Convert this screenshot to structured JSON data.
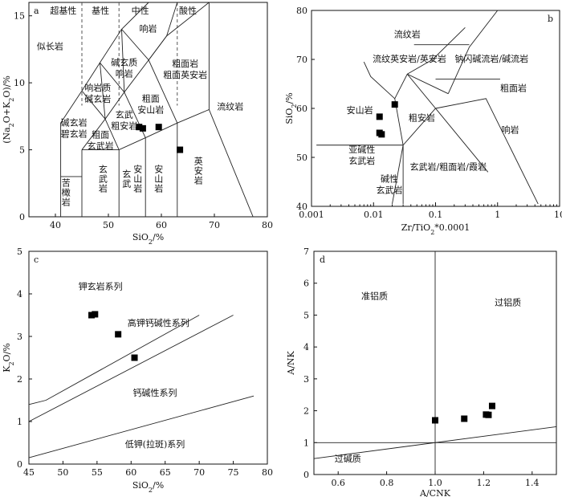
{
  "chart_data": [
    {
      "panel": "a",
      "type": "scatter",
      "xlabel": "SiO2/%",
      "ylabel": "(Na2O+K2O)/%",
      "xlim": [
        35,
        80
      ],
      "ylim": [
        0,
        16
      ],
      "x_ticks": [
        40,
        50,
        60,
        70,
        80
      ],
      "y_ticks": [
        0,
        5,
        10,
        15
      ],
      "top_labels": [
        "超基性",
        "基性",
        "中性",
        "酸性"
      ],
      "fields": [
        {
          "label": "似长岩",
          "x": 39,
          "y": 12.5
        },
        {
          "label": "响岩",
          "x": 57.5,
          "y": 13.8
        },
        {
          "label": "碱玄质响岩",
          "lines": [
            "碱玄质",
            "响岩"
          ],
          "x": 53,
          "y": 11.3
        },
        {
          "label": "粗面岩粗面英安岩",
          "lines": [
            "粗面岩",
            "粗面英安岩"
          ],
          "x": 64.5,
          "y": 11.2
        },
        {
          "label": "响岩质碱玄岩",
          "lines": [
            "响岩质",
            "碱玄岩"
          ],
          "x": 48,
          "y": 9.4
        },
        {
          "label": "粗面安山岩",
          "lines": [
            "粗面",
            "安山岩"
          ],
          "x": 58,
          "y": 8.6
        },
        {
          "label": "碱玄岩碧玄岩",
          "lines": [
            "碱玄岩",
            "碧玄岩"
          ],
          "x": 43.5,
          "y": 6.8
        },
        {
          "label": "玄武粗安岩",
          "lines": [
            "玄武",
            "粗安岩"
          ],
          "x": 53,
          "y": 7.4
        },
        {
          "label": "粗面玄武岩",
          "lines": [
            "粗面",
            "玄武岩"
          ],
          "x": 48.5,
          "y": 5.9
        },
        {
          "label": "流纹岩",
          "x": 73,
          "y": 8
        }
      ],
      "vertical_fields": [
        {
          "label": "苦橄岩",
          "x": 42,
          "y": 1.6
        },
        {
          "label": "玄武岩",
          "x": 49,
          "y": 2.6
        },
        {
          "label": "玄武安山岩",
          "lines": [
            "玄武",
            "安山岩"
          ],
          "x": 54.5,
          "y": 2.6
        },
        {
          "label": "安山岩",
          "x": 59.5,
          "y": 2.6
        },
        {
          "label": "英安岩",
          "x": 67,
          "y": 3.2
        }
      ],
      "samples": [
        [
          55.8,
          6.7
        ],
        [
          56.5,
          6.6
        ],
        [
          59.5,
          6.7
        ],
        [
          63.5,
          5.0
        ]
      ]
    },
    {
      "panel": "b",
      "type": "scatter",
      "xlabel": "Zr/TiO2*0.0001",
      "ylabel": "SiO2/%",
      "xscale": "log",
      "xlim": [
        0.001,
        10
      ],
      "ylim": [
        40,
        80
      ],
      "x_ticks": [
        "0.001",
        "0.01",
        "0.1",
        "1",
        "10"
      ],
      "y_ticks": [
        40,
        50,
        60,
        70,
        80
      ],
      "fields": [
        {
          "label": "流纹岩",
          "x": 0.035,
          "y": 74.5
        },
        {
          "label": "流纹英安岩/英安岩",
          "x": 0.038,
          "y": 69.5
        },
        {
          "label": "钠闪碱流岩/碱流岩",
          "x": 0.8,
          "y": 69.5
        },
        {
          "label": "粗面岩",
          "x": 1.8,
          "y": 63.5
        },
        {
          "label": "安山岩",
          "x": 0.006,
          "y": 59
        },
        {
          "label": "粗安岩",
          "x": 0.06,
          "y": 57.5
        },
        {
          "label": "响岩",
          "x": 1.6,
          "y": 55
        },
        {
          "label": "亚碱性玄武岩",
          "lines": [
            "亚碱性",
            "玄武岩"
          ],
          "x": 0.0065,
          "y": 51
        },
        {
          "label": "碱性玄武岩",
          "lines": [
            "碱性",
            "玄武岩"
          ],
          "x": 0.018,
          "y": 45
        },
        {
          "label": "玄武岩/粗面岩/霞岩",
          "x": 0.16,
          "y": 47.5
        }
      ],
      "samples": [
        [
          0.0125,
          58.3
        ],
        [
          0.0125,
          55
        ],
        [
          0.0135,
          54.7
        ],
        [
          0.022,
          60.8
        ]
      ]
    },
    {
      "panel": "c",
      "type": "scatter",
      "xlabel": "SiO2/%",
      "ylabel": "K2O/%",
      "xlim": [
        45,
        80
      ],
      "ylim": [
        0,
        5
      ],
      "x_ticks": [
        45,
        50,
        55,
        60,
        65,
        70,
        75,
        80
      ],
      "y_ticks": [
        0,
        1,
        2,
        3,
        4,
        5
      ],
      "fields": [
        {
          "label": "钾玄岩系列",
          "x": 55.5,
          "y": 4.1
        },
        {
          "label": "高钾钙碱性系列",
          "x": 64,
          "y": 3.25
        },
        {
          "label": "钙碱性系列",
          "x": 63.5,
          "y": 1.6
        },
        {
          "label": "低钾(拉斑)系列",
          "x": 63.5,
          "y": 0.4
        }
      ],
      "samples": [
        [
          54.2,
          3.5
        ],
        [
          54.7,
          3.52
        ],
        [
          58.1,
          3.05
        ],
        [
          60.5,
          2.5
        ]
      ]
    },
    {
      "panel": "d",
      "type": "scatter",
      "xlabel": "A/CNK",
      "ylabel": "A/NK",
      "xlim": [
        0.5,
        1.5
      ],
      "ylim": [
        0,
        7
      ],
      "x_ticks": [
        "0.6",
        "0.8",
        "1.0",
        "1.2",
        "1.4"
      ],
      "y_ticks": [
        0,
        1,
        2,
        3,
        4,
        5,
        6,
        7
      ],
      "fields": [
        {
          "label": "准铝质",
          "x": 0.75,
          "y": 5.5
        },
        {
          "label": "过铝质",
          "x": 1.3,
          "y": 5.3
        },
        {
          "label": "过碱质",
          "x": 0.64,
          "y": 0.4
        }
      ],
      "samples": [
        [
          1.0,
          1.7
        ],
        [
          1.12,
          1.75
        ],
        [
          1.21,
          1.88
        ],
        [
          1.22,
          1.87
        ],
        [
          1.235,
          2.15
        ]
      ]
    }
  ]
}
